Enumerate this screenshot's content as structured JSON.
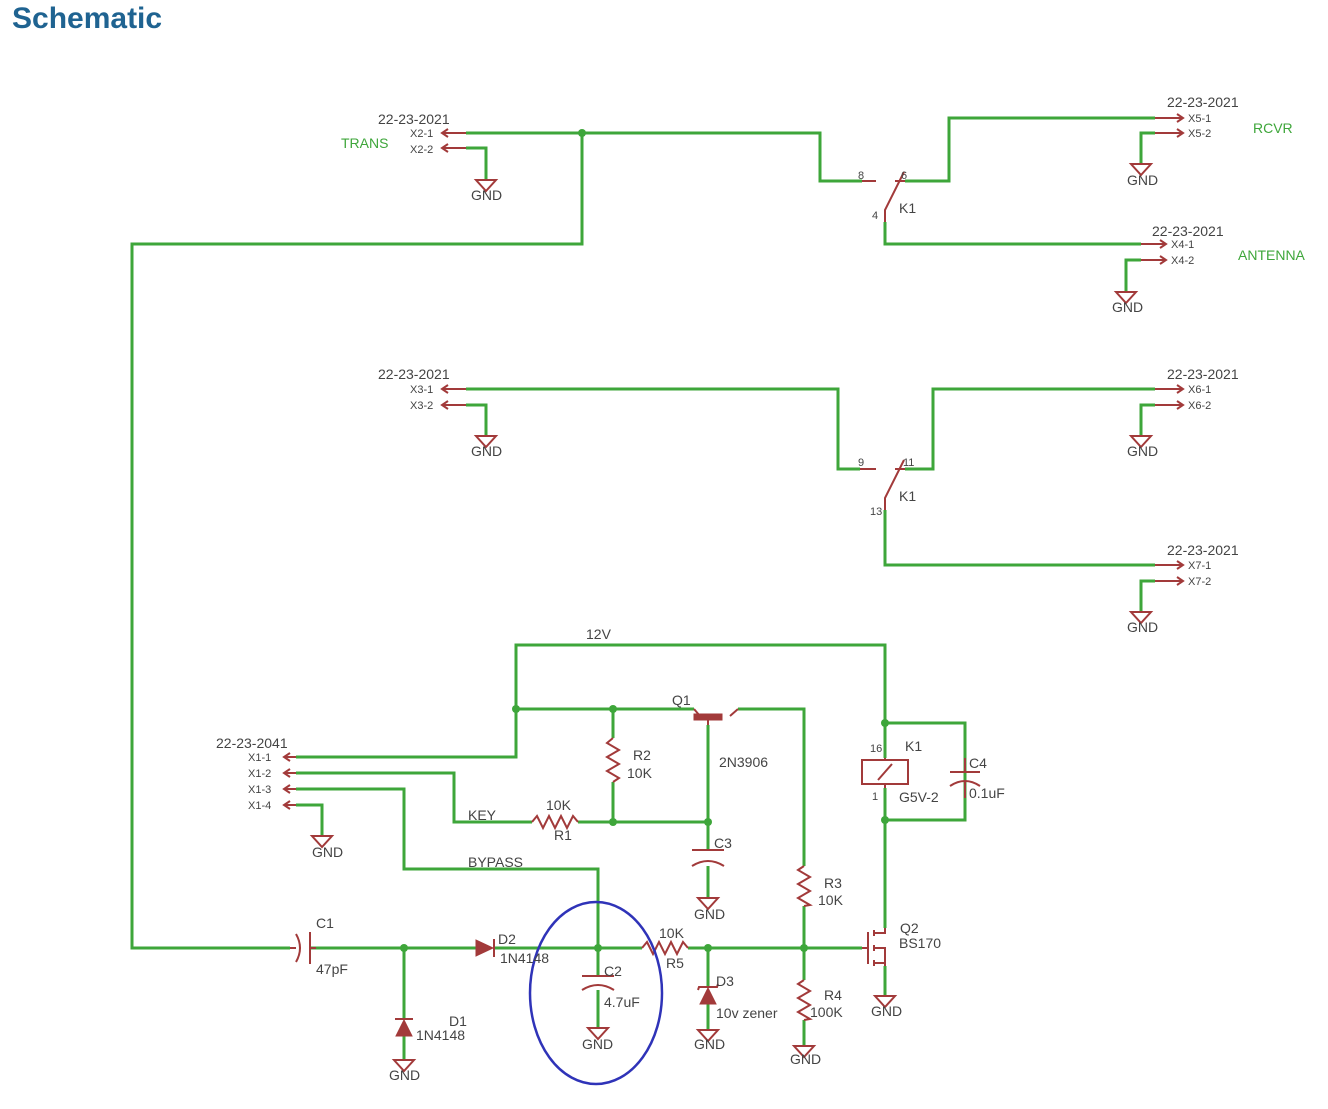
{
  "page": {
    "title": "Schematic"
  },
  "connectors": {
    "x2": {
      "date": "22-23-2021",
      "pin1": "X2-1",
      "pin2": "X2-2",
      "net_label": "TRANS"
    },
    "x5": {
      "date": "22-23-2021",
      "pin1": "X5-1",
      "pin2": "X5-2",
      "net_label": "RCVR"
    },
    "x4": {
      "date": "22-23-2021",
      "pin1": "X4-1",
      "pin2": "X4-2",
      "net_label": "ANTENNA"
    },
    "x3": {
      "date": "22-23-2021",
      "pin1": "X3-1",
      "pin2": "X3-2"
    },
    "x6": {
      "date": "22-23-2021",
      "pin1": "X6-1",
      "pin2": "X6-2"
    },
    "x7": {
      "date": "22-23-2021",
      "pin1": "X7-1",
      "pin2": "X7-2"
    },
    "x1": {
      "date": "22-23-2041",
      "pin1": "X1-1",
      "pin2": "X1-2",
      "pin3": "X1-3",
      "pin4": "X1-4"
    }
  },
  "ground_label": "GND",
  "relay": {
    "contact_a": {
      "name": "K1",
      "pin_common": "4",
      "pin_nc": "8",
      "pin_no": "6"
    },
    "contact_b": {
      "name": "K1",
      "pin_common": "13",
      "pin_nc": "9",
      "pin_no": "11"
    },
    "coil": {
      "name": "K1",
      "value": "G5V-2",
      "pin_top": "16",
      "pin_bottom": "1"
    }
  },
  "nets": {
    "supply": "12V",
    "key": "KEY",
    "bypass": "BYPASS"
  },
  "components": {
    "q1": {
      "name": "Q1",
      "value": "2N3906"
    },
    "q2": {
      "name": "Q2",
      "value": "BS170"
    },
    "r1": {
      "name": "R1",
      "value": "10K"
    },
    "r2": {
      "name": "R2",
      "value": "10K"
    },
    "r3": {
      "name": "R3",
      "value": "10K"
    },
    "r4": {
      "name": "R4",
      "value": "100K"
    },
    "r5": {
      "name": "R5",
      "value": "10K"
    },
    "c1": {
      "name": "C1",
      "value": "47pF"
    },
    "c2": {
      "name": "C2",
      "value": "4.7uF"
    },
    "c3": {
      "name": "C3"
    },
    "c4": {
      "name": "C4",
      "value": "0.1uF"
    },
    "d1": {
      "name": "D1",
      "value": "1N4148"
    },
    "d2": {
      "name": "D2",
      "value": "1N4148"
    },
    "d3": {
      "name": "D3",
      "value": "10v zener"
    }
  },
  "colors": {
    "wire": "#3ea63a",
    "component": "#a23a3a",
    "title": "#1f6391",
    "highlight": "#2f33b8"
  }
}
